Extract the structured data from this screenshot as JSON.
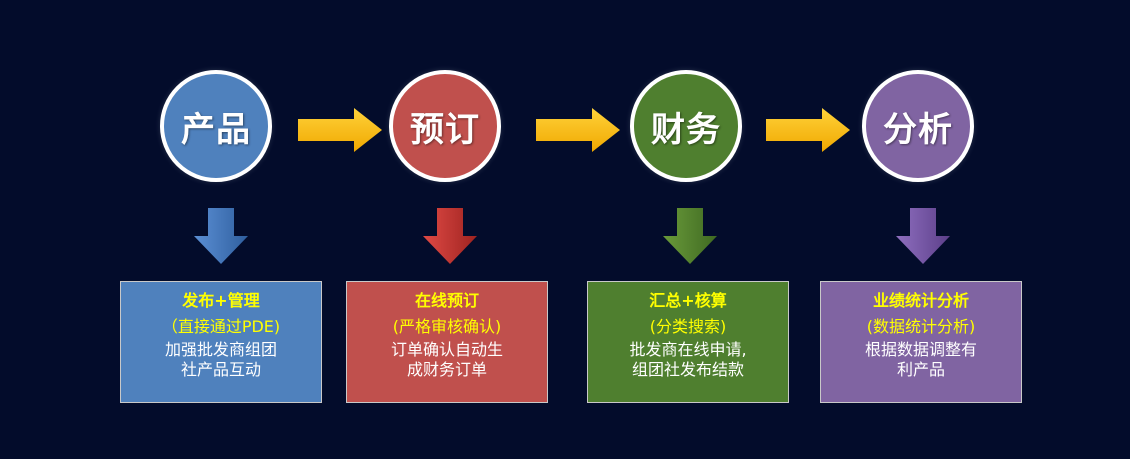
{
  "colors": {
    "background": "#030c2b",
    "arrow_right": "#ffc000",
    "blue": "#4f81bd",
    "red": "#c0504d",
    "green": "#4f7f2f",
    "purple": "#8064a2",
    "highlight_text": "#ffff00"
  },
  "steps": [
    {
      "label": "产品",
      "box_title": "发布+管理",
      "box_subtitle": "（直接通过PDE)",
      "box_desc_line1": "加强批发商组团",
      "box_desc_line2": "社产品互动"
    },
    {
      "label": "预订",
      "box_title": "在线预订",
      "box_subtitle": "(严格审核确认)",
      "box_desc_line1": "订单确认自动生",
      "box_desc_line2": "成财务订单"
    },
    {
      "label": "财务",
      "box_title": "汇总+核算",
      "box_subtitle": "(分类搜索)",
      "box_desc_line1": "批发商在线申请,",
      "box_desc_line2": "组团社发布结款"
    },
    {
      "label": "分析",
      "box_title": "业绩统计分析",
      "box_subtitle": "(数据统计分析)",
      "box_desc_line1": "根据数据调整有",
      "box_desc_line2": "利产品"
    }
  ]
}
